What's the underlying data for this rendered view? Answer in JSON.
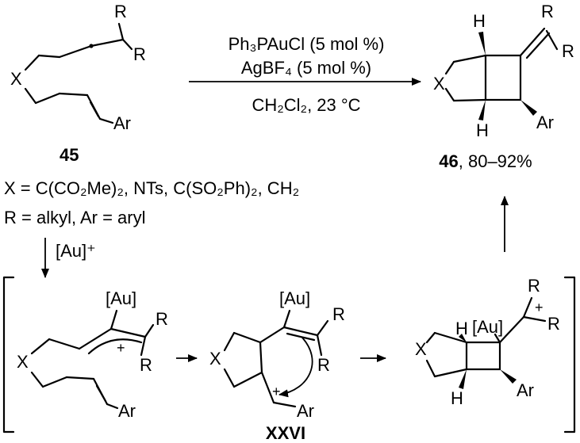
{
  "reagents": {
    "line1": "Ph₃PAuCl (5 mol %)",
    "line2": "AgBF₄ (5 mol %)",
    "conditions": "CH₂Cl₂, 23 °C"
  },
  "compound_45": {
    "label": "45",
    "x_definition": "X = C(CO₂Me)₂, NTs, C(SO₂Ph)₂, CH₂",
    "r_definition": "R = alkyl, Ar = aryl"
  },
  "compound_46": {
    "label": "46",
    "yield": ", 80–92%"
  },
  "catalyst": "[Au]⁺",
  "intermediate": {
    "label": "XXVI"
  },
  "atoms": {
    "X": "X",
    "R": "R",
    "Ar": "Ar",
    "H": "H",
    "Au": "[Au]",
    "plus": "+"
  }
}
